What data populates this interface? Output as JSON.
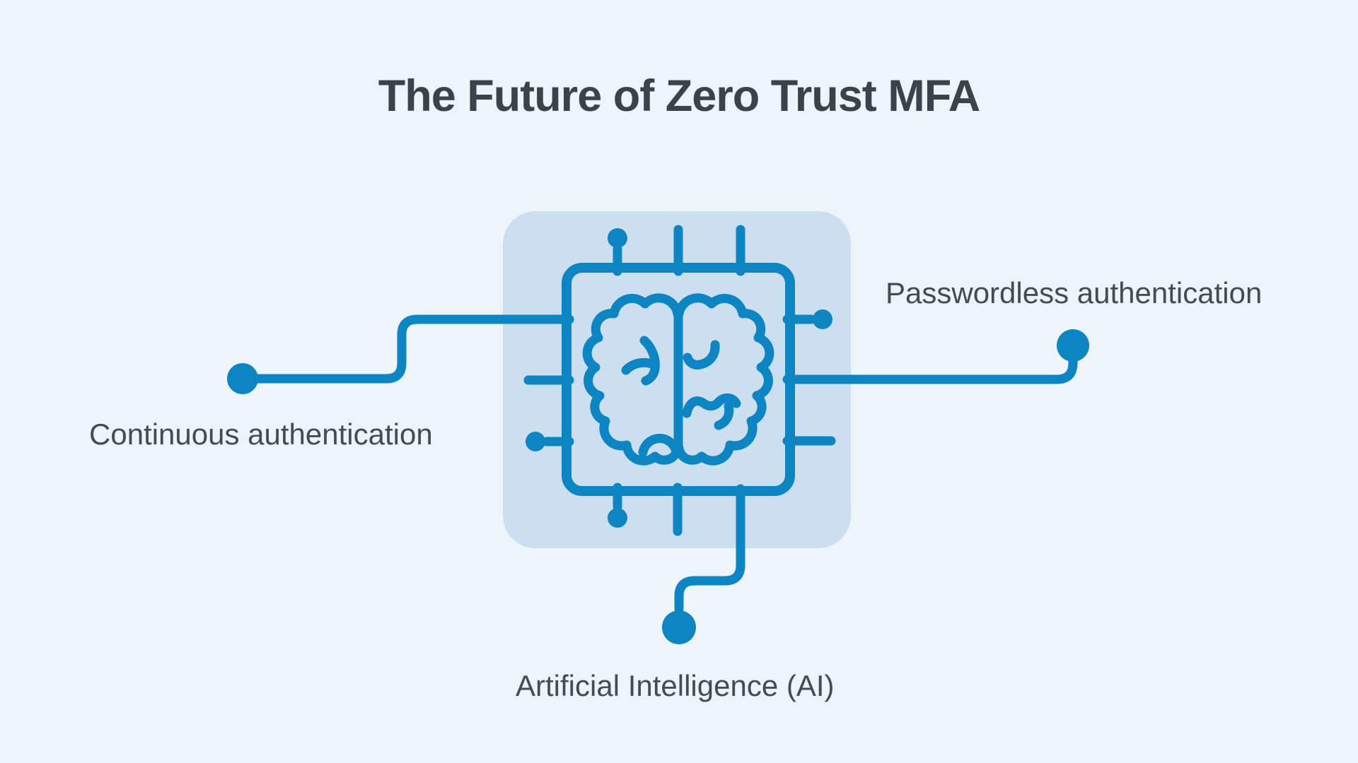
{
  "title": "The Future of Zero Trust MFA",
  "nodes": {
    "left": {
      "label": "Continuous authentication",
      "position": "left"
    },
    "right": {
      "label": "Passwordless authentication",
      "position": "right"
    },
    "bottom": {
      "label": "Artificial Intelligence (AI)",
      "position": "bottom"
    }
  },
  "center_icon": "ai-chip-with-brain",
  "colors": {
    "background": "#EDF5FA",
    "panel": "#CBDFF0",
    "accent": "#0C85C2",
    "title_text": "#3A434B",
    "label_text": "#414C54"
  }
}
